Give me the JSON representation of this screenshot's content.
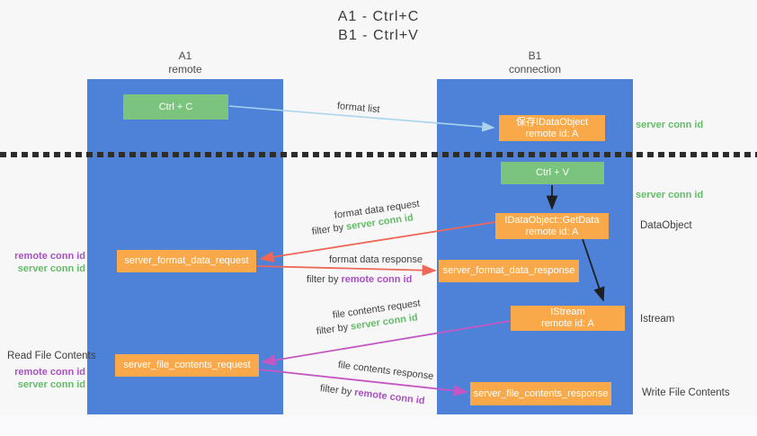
{
  "title": {
    "line1": "A1 - Ctrl+C",
    "line2": "B1 - Ctrl+V"
  },
  "lifelines": {
    "left": {
      "name": "A1",
      "role": "remote"
    },
    "right": {
      "name": "B1",
      "role": "connection"
    }
  },
  "nodes": {
    "ctrl_c": {
      "label": "Ctrl + C"
    },
    "save_idataobject": {
      "line1": "保存IDataObject",
      "line2": "remote id: A"
    },
    "ctrl_v": {
      "label": "Ctrl + V"
    },
    "getdata": {
      "line1": "IDataObject::GetData",
      "line2": "remote id: A"
    },
    "format_request": {
      "label": "server_format_data_request"
    },
    "format_response": {
      "label": "server_format_data_response"
    },
    "istream_obj": {
      "line1": "IStream",
      "line2": "remote id: A"
    },
    "file_request": {
      "label": "server_file_contents_request"
    },
    "file_response": {
      "label": "server_file_contents_response"
    }
  },
  "arrow_labels": {
    "format_list": "format list",
    "format_data_request": "format data request",
    "format_data_response": "format data response",
    "file_contents_request": "file contents request",
    "file_contents_response": "file contents response",
    "filter_by": "filter by",
    "server_conn_id": "server conn id",
    "remote_conn_id": "remote conn id"
  },
  "side_labels": {
    "server_conn_id_top": "server conn id",
    "server_conn_id_mid": "server conn id",
    "dataobject": "DataObject",
    "istream": "Istream",
    "write_file_contents": "Write File Contents",
    "read_file_contents": "Read File Contents",
    "remote_conn_id": "remote conn id",
    "server_conn_id": "server conn id"
  },
  "colors": {
    "lifeline_blue": "#4d82d8",
    "box_green": "#7ac47d",
    "box_orange": "#f9a94a",
    "text_green": "#64bd66",
    "text_purple": "#ab4fc3",
    "arrow_red": "#ef6757",
    "arrow_magenta": "#c457c4",
    "arrow_lightblue": "#a9d3ee",
    "arrow_black": "#1f1f1f"
  }
}
